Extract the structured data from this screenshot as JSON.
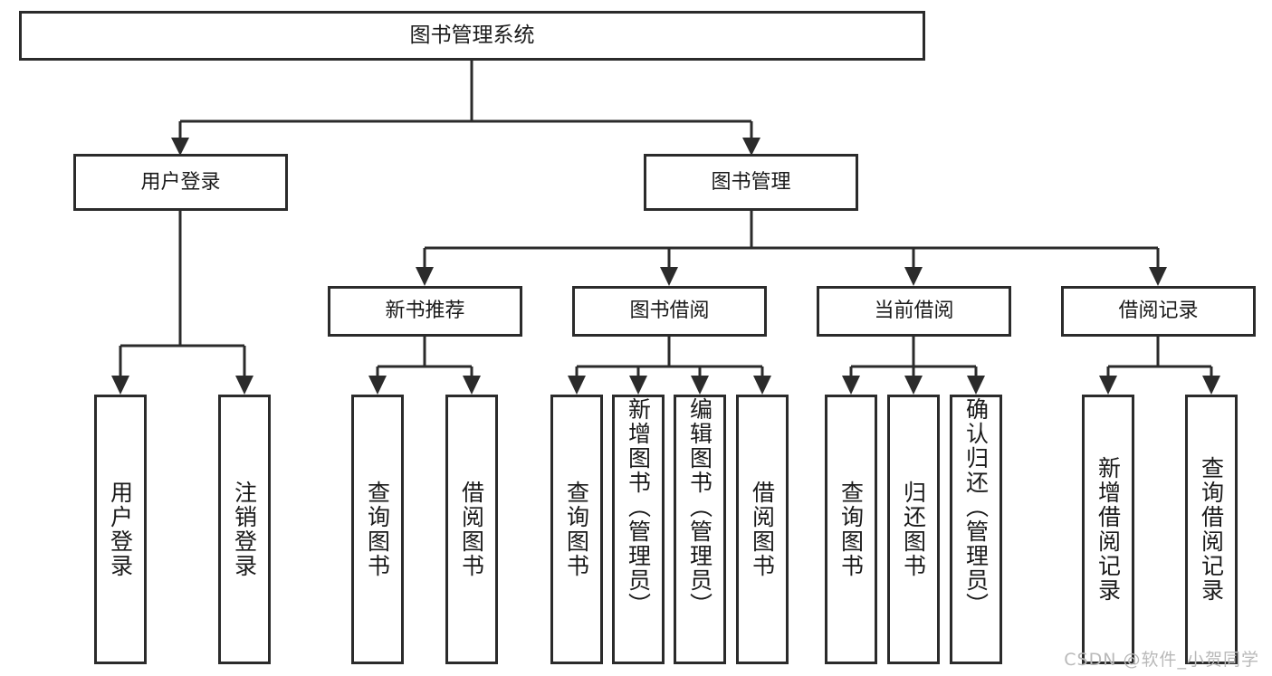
{
  "diagram": {
    "type": "tree",
    "title": "图书管理系统",
    "root": {
      "label": "图书管理系统"
    },
    "level2": [
      {
        "label": "用户登录"
      },
      {
        "label": "图书管理"
      }
    ],
    "level3": [
      {
        "label": "新书推荐"
      },
      {
        "label": "图书借阅"
      },
      {
        "label": "当前借阅"
      },
      {
        "label": "借阅记录"
      }
    ],
    "leaves": {
      "user_login": [
        {
          "label": "用户登录"
        },
        {
          "label": "注销登录"
        }
      ],
      "new_book_recommend": [
        {
          "label": "查询图书"
        },
        {
          "label": "借阅图书"
        }
      ],
      "book_borrow": [
        {
          "label": "查询图书"
        },
        {
          "label": "新增图书（管理员）"
        },
        {
          "label": "编辑图书（管理员）"
        },
        {
          "label": "借阅图书"
        }
      ],
      "current_borrow": [
        {
          "label": "查询图书"
        },
        {
          "label": "归还图书"
        },
        {
          "label": "确认归还（管理员）"
        }
      ],
      "borrow_record": [
        {
          "label": "新增借阅记录"
        },
        {
          "label": "查询借阅记录"
        }
      ]
    }
  },
  "watermark": {
    "text": "CSDN @软件_小贺同学"
  },
  "colors": {
    "stroke": "#2b2b2b",
    "text": "#1a1a1a",
    "background": "#ffffff",
    "watermark": "#b9b9b9"
  }
}
